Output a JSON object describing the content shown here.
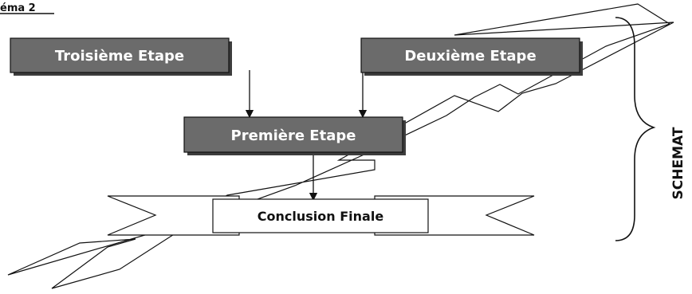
{
  "page": {
    "caption": "éma 2"
  },
  "steps": {
    "third": "Troisième Etape",
    "second": "Deuxième Etape",
    "first": "Première Etape",
    "conclusion": "Conclusion Finale"
  },
  "brace_label": "SCHEMAT",
  "colors": {
    "box_fill": "#6b6b6b",
    "box_shadow": "#4a4a4a",
    "box_text": "#ffffff",
    "ink": "#111111",
    "background": "#ffffff"
  }
}
